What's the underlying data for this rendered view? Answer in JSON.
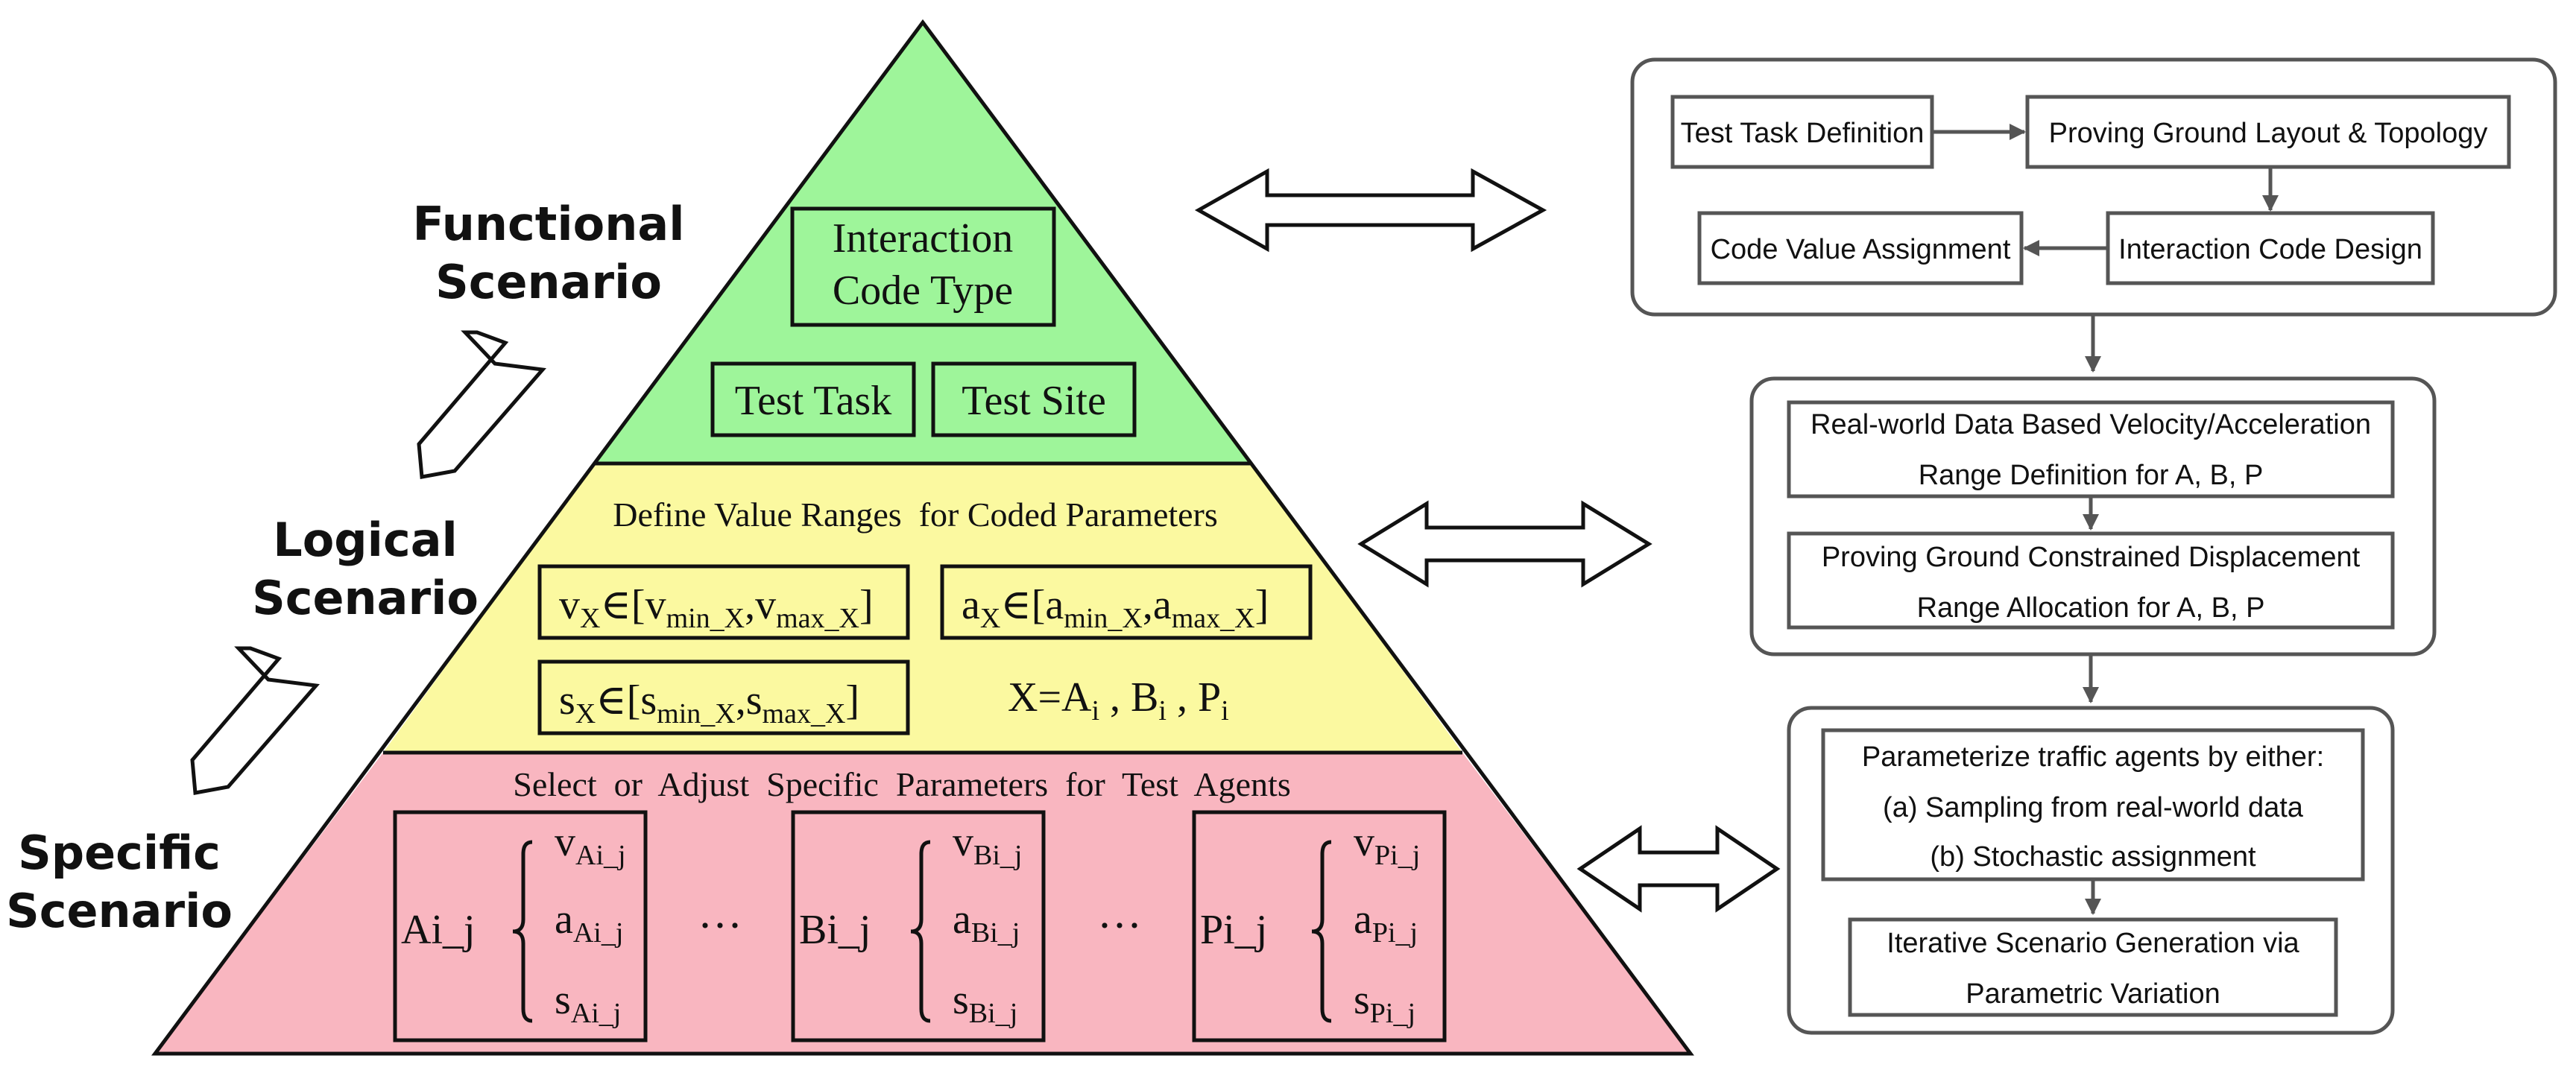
{
  "levels": {
    "functional": [
      "Functional",
      "Scenario"
    ],
    "logical": [
      "Logical",
      "Scenario"
    ],
    "specific": [
      "Specific",
      "Scenario"
    ]
  },
  "pyramid": {
    "colors": {
      "top": "#9ef59a",
      "middle": "#fbf9a0",
      "bottom": "#f9b6c0"
    },
    "top": {
      "interaction_code_type": [
        "Interaction",
        "Code Type"
      ],
      "test_task": "Test Task",
      "test_site": "Test Site"
    },
    "middle": {
      "title": "Define Value Ranges  for Coded Parameters",
      "v_range": {
        "var": "v",
        "sub": "X",
        "sym": "∈[",
        "a": "v",
        "a_sub": "min_X",
        "b": "v",
        "b_sub": "max_X",
        "close": "]"
      },
      "a_range": {
        "var": "a",
        "sub": "X",
        "sym": "∈[",
        "a": "a",
        "a_sub": "min_X",
        "b": "a",
        "b_sub": "max_X",
        "close": "]"
      },
      "s_range": {
        "var": "s",
        "sub": "X",
        "sym": "∈[",
        "a": "s",
        "a_sub": "min_X",
        "b": "s",
        "b_sub": "max_X",
        "close": "]"
      },
      "x_def": {
        "lhs": "X=A",
        "i1": "i",
        "mid1": " , B",
        "i2": "i",
        "mid2": " , P",
        "i3": "i"
      }
    },
    "bottom": {
      "title": "Select  or  Adjust  Specific  Parameters  for  Test  Agents",
      "ellipsis": "···",
      "agents": [
        {
          "name": "Ai_j",
          "sub": "Ai_j"
        },
        {
          "name": "Bi_j",
          "sub": "Bi_j"
        },
        {
          "name": "Pi_j",
          "sub": "Pi_j"
        }
      ],
      "params": [
        "v",
        "a",
        "s"
      ]
    }
  },
  "flow": {
    "group1": {
      "test_task_definition": "Test Task Definition",
      "proving_ground_layout": "Proving Ground Layout & Topology",
      "code_value_assignment": "Code Value Assignment",
      "interaction_code_design": "Interaction Code Design"
    },
    "group2": {
      "velocity_range": [
        "Real-world Data Based Velocity/Acceleration",
        "Range Definition for A, B, P"
      ],
      "displacement_range": [
        "Proving Ground Constrained Displacement",
        "Range Allocation for A, B, P"
      ]
    },
    "group3": {
      "parameterize": [
        "Parameterize traffic agents by either:",
        "(a) Sampling from real-world data",
        "(b) Stochastic assignment"
      ],
      "iterative": [
        "Iterative Scenario Generation via",
        "Parametric Variation"
      ]
    }
  }
}
